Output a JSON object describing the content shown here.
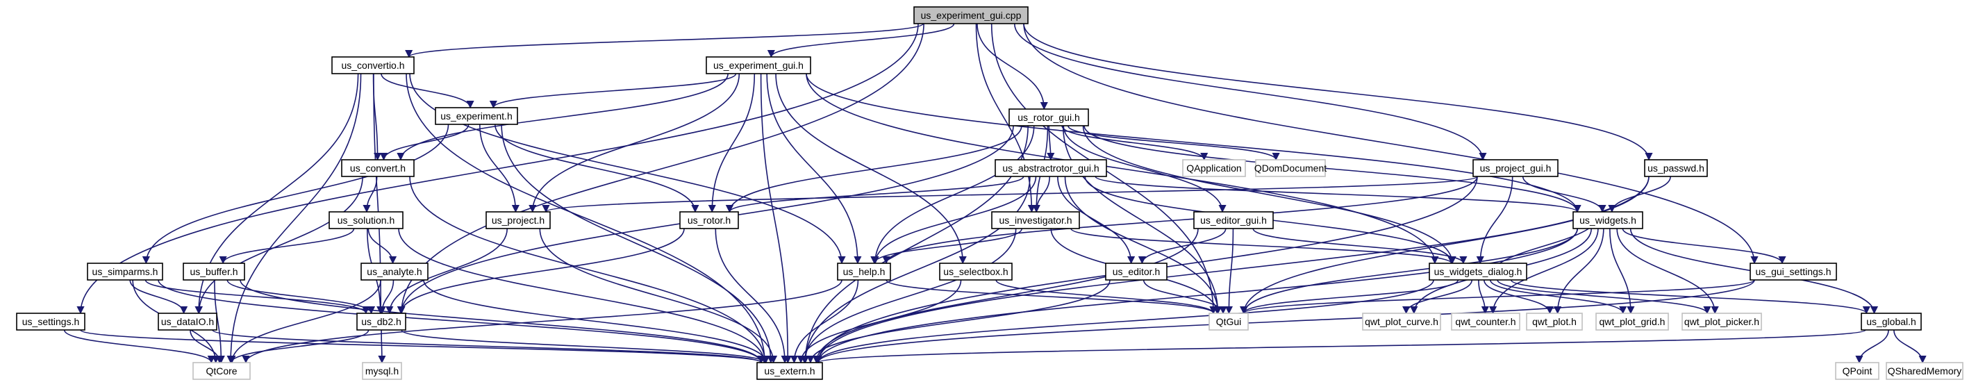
{
  "nodes": [
    {
      "id": "us_experiment_gui_cpp",
      "label": "us_experiment_gui.cpp",
      "kind": "root"
    },
    {
      "id": "us_convertio_h",
      "label": "us_convertio.h",
      "kind": "doc"
    },
    {
      "id": "us_experiment_gui_h",
      "label": "us_experiment_gui.h",
      "kind": "doc"
    },
    {
      "id": "us_experiment_h",
      "label": "us_experiment.h",
      "kind": "doc"
    },
    {
      "id": "us_rotor_gui_h",
      "label": "us_rotor_gui.h",
      "kind": "doc"
    },
    {
      "id": "us_convert_h",
      "label": "us_convert.h",
      "kind": "doc"
    },
    {
      "id": "us_abstractrotor_gui_h",
      "label": "us_abstractrotor_gui.h",
      "kind": "doc"
    },
    {
      "id": "qapplication",
      "label": "QApplication",
      "kind": "ext"
    },
    {
      "id": "qdomdocument",
      "label": "QDomDocument",
      "kind": "ext"
    },
    {
      "id": "us_project_gui_h",
      "label": "us_project_gui.h",
      "kind": "doc"
    },
    {
      "id": "us_passwd_h",
      "label": "us_passwd.h",
      "kind": "doc"
    },
    {
      "id": "us_solution_h",
      "label": "us_solution.h",
      "kind": "doc"
    },
    {
      "id": "us_project_h",
      "label": "us_project.h",
      "kind": "doc"
    },
    {
      "id": "us_rotor_h",
      "label": "us_rotor.h",
      "kind": "doc"
    },
    {
      "id": "us_investigator_h",
      "label": "us_investigator.h",
      "kind": "doc"
    },
    {
      "id": "us_editor_gui_h",
      "label": "us_editor_gui.h",
      "kind": "doc"
    },
    {
      "id": "us_widgets_h",
      "label": "us_widgets.h",
      "kind": "doc"
    },
    {
      "id": "us_simparms_h",
      "label": "us_simparms.h",
      "kind": "doc"
    },
    {
      "id": "us_buffer_h",
      "label": "us_buffer.h",
      "kind": "doc"
    },
    {
      "id": "us_analyte_h",
      "label": "us_analyte.h",
      "kind": "doc"
    },
    {
      "id": "us_help_h",
      "label": "us_help.h",
      "kind": "doc"
    },
    {
      "id": "us_selectbox_h",
      "label": "us_selectbox.h",
      "kind": "doc"
    },
    {
      "id": "us_editor_h",
      "label": "us_editor.h",
      "kind": "doc"
    },
    {
      "id": "us_widgets_dialog_h",
      "label": "us_widgets_dialog.h",
      "kind": "doc"
    },
    {
      "id": "us_gui_settings_h",
      "label": "us_gui_settings.h",
      "kind": "doc"
    },
    {
      "id": "us_datalo_h",
      "label": "us_dataIO.h",
      "kind": "doc"
    },
    {
      "id": "us_settings_h",
      "label": "us_settings.h",
      "kind": "doc"
    },
    {
      "id": "us_db2_h",
      "label": "us_db2.h",
      "kind": "doc"
    },
    {
      "id": "qtgui",
      "label": "QtGui",
      "kind": "ext"
    },
    {
      "id": "qwt_plot_curve_h",
      "label": "qwt_plot_curve.h",
      "kind": "ext"
    },
    {
      "id": "qwt_counter_h",
      "label": "qwt_counter.h",
      "kind": "ext"
    },
    {
      "id": "qwt_plot_h",
      "label": "qwt_plot.h",
      "kind": "ext"
    },
    {
      "id": "qwt_plot_grid_h",
      "label": "qwt_plot_grid.h",
      "kind": "ext"
    },
    {
      "id": "qwt_plot_picker_h",
      "label": "qwt_plot_picker.h",
      "kind": "ext"
    },
    {
      "id": "us_global_h",
      "label": "us_global.h",
      "kind": "doc"
    },
    {
      "id": "qtcore",
      "label": "QtCore",
      "kind": "ext"
    },
    {
      "id": "mysql_h",
      "label": "mysql.h",
      "kind": "ext"
    },
    {
      "id": "us_extern_h",
      "label": "us_extern.h",
      "kind": "doc"
    },
    {
      "id": "qpoint",
      "label": "QPoint",
      "kind": "ext"
    },
    {
      "id": "qsharedmemory",
      "label": "QSharedMemory",
      "kind": "ext"
    }
  ],
  "edges": [
    [
      "us_experiment_gui_cpp",
      "us_convertio_h"
    ],
    [
      "us_experiment_gui_cpp",
      "us_experiment_gui_h"
    ],
    [
      "us_experiment_gui_cpp",
      "us_rotor_gui_h"
    ],
    [
      "us_experiment_gui_cpp",
      "us_investigator_h"
    ],
    [
      "us_experiment_gui_cpp",
      "us_project_gui_h"
    ],
    [
      "us_experiment_gui_cpp",
      "us_passwd_h"
    ],
    [
      "us_experiment_gui_cpp",
      "us_settings_h"
    ],
    [
      "us_experiment_gui_cpp",
      "us_db2_h"
    ],
    [
      "us_experiment_gui_cpp",
      "qtgui"
    ],
    [
      "us_experiment_gui_cpp",
      "us_gui_settings_h"
    ],
    [
      "us_convertio_h",
      "us_experiment_h"
    ],
    [
      "us_convertio_h",
      "us_convert_h"
    ],
    [
      "us_convertio_h",
      "us_db2_h"
    ],
    [
      "us_convertio_h",
      "us_help_h"
    ],
    [
      "us_convertio_h",
      "qtcore"
    ],
    [
      "us_convertio_h",
      "us_extern_h"
    ],
    [
      "us_convertio_h",
      "us_datalo_h"
    ],
    [
      "us_experiment_gui_h",
      "us_experiment_h"
    ],
    [
      "us_experiment_gui_h",
      "us_convert_h"
    ],
    [
      "us_experiment_gui_h",
      "us_project_h"
    ],
    [
      "us_experiment_gui_h",
      "us_rotor_h"
    ],
    [
      "us_experiment_gui_h",
      "us_help_h"
    ],
    [
      "us_experiment_gui_h",
      "us_selectbox_h"
    ],
    [
      "us_experiment_gui_h",
      "us_widgets_h"
    ],
    [
      "us_experiment_gui_h",
      "us_widgets_dialog_h"
    ],
    [
      "us_experiment_gui_h",
      "us_extern_h"
    ],
    [
      "us_experiment_h",
      "us_convert_h"
    ],
    [
      "us_experiment_h",
      "us_project_h"
    ],
    [
      "us_experiment_h",
      "us_rotor_h"
    ],
    [
      "us_experiment_h",
      "us_simparms_h"
    ],
    [
      "us_experiment_h",
      "us_extern_h"
    ],
    [
      "us_convert_h",
      "us_solution_h"
    ],
    [
      "us_convert_h",
      "us_datalo_h"
    ],
    [
      "us_convert_h",
      "us_extern_h"
    ],
    [
      "us_rotor_gui_h",
      "us_abstractrotor_gui_h"
    ],
    [
      "us_rotor_gui_h",
      "qapplication"
    ],
    [
      "us_rotor_gui_h",
      "qdomdocument"
    ],
    [
      "us_rotor_gui_h",
      "us_rotor_h"
    ],
    [
      "us_rotor_gui_h",
      "us_investigator_h"
    ],
    [
      "us_rotor_gui_h",
      "us_editor_gui_h"
    ],
    [
      "us_rotor_gui_h",
      "us_widgets_h"
    ],
    [
      "us_rotor_gui_h",
      "us_help_h"
    ],
    [
      "us_rotor_gui_h",
      "us_widgets_dialog_h"
    ],
    [
      "us_rotor_gui_h",
      "qtgui"
    ],
    [
      "us_rotor_gui_h",
      "us_db2_h"
    ],
    [
      "us_rotor_gui_h",
      "us_extern_h"
    ],
    [
      "us_abstractrotor_gui_h",
      "us_rotor_h"
    ],
    [
      "us_abstractrotor_gui_h",
      "us_investigator_h"
    ],
    [
      "us_abstractrotor_gui_h",
      "us_help_h"
    ],
    [
      "us_abstractrotor_gui_h",
      "us_editor_h"
    ],
    [
      "us_abstractrotor_gui_h",
      "us_widgets_h"
    ],
    [
      "us_abstractrotor_gui_h",
      "us_widgets_dialog_h"
    ],
    [
      "us_abstractrotor_gui_h",
      "qtgui"
    ],
    [
      "us_abstractrotor_gui_h",
      "us_extern_h"
    ],
    [
      "us_project_gui_h",
      "us_project_h"
    ],
    [
      "us_project_gui_h",
      "us_help_h"
    ],
    [
      "us_project_gui_h",
      "us_widgets_h"
    ],
    [
      "us_project_gui_h",
      "us_widgets_dialog_h"
    ],
    [
      "us_project_gui_h",
      "us_extern_h"
    ],
    [
      "us_passwd_h",
      "us_widgets_h"
    ],
    [
      "us_passwd_h",
      "qtgui"
    ],
    [
      "us_passwd_h",
      "us_extern_h"
    ],
    [
      "us_solution_h",
      "us_buffer_h"
    ],
    [
      "us_solution_h",
      "us_analyte_h"
    ],
    [
      "us_solution_h",
      "us_db2_h"
    ],
    [
      "us_solution_h",
      "us_extern_h"
    ],
    [
      "us_project_h",
      "us_db2_h"
    ],
    [
      "us_project_h",
      "us_extern_h"
    ],
    [
      "us_rotor_h",
      "us_db2_h"
    ],
    [
      "us_rotor_h",
      "us_extern_h"
    ],
    [
      "us_investigator_h",
      "us_help_h"
    ],
    [
      "us_investigator_h",
      "us_widgets_dialog_h"
    ],
    [
      "us_investigator_h",
      "qtgui"
    ],
    [
      "us_investigator_h",
      "us_extern_h"
    ],
    [
      "us_editor_gui_h",
      "us_editor_h"
    ],
    [
      "us_editor_gui_h",
      "us_widgets_dialog_h"
    ],
    [
      "us_editor_gui_h",
      "qtgui"
    ],
    [
      "us_editor_gui_h",
      "us_extern_h"
    ],
    [
      "us_widgets_h",
      "us_gui_settings_h"
    ],
    [
      "us_widgets_h",
      "us_global_h"
    ],
    [
      "us_widgets_h",
      "qtgui"
    ],
    [
      "us_widgets_h",
      "qwt_plot_curve_h"
    ],
    [
      "us_widgets_h",
      "qwt_counter_h"
    ],
    [
      "us_widgets_h",
      "qwt_plot_h"
    ],
    [
      "us_widgets_h",
      "qwt_plot_grid_h"
    ],
    [
      "us_widgets_h",
      "qwt_plot_picker_h"
    ],
    [
      "us_widgets_h",
      "us_extern_h"
    ],
    [
      "us_simparms_h",
      "us_datalo_h"
    ],
    [
      "us_simparms_h",
      "us_db2_h"
    ],
    [
      "us_simparms_h",
      "qtcore"
    ],
    [
      "us_simparms_h",
      "us_extern_h"
    ],
    [
      "us_buffer_h",
      "us_db2_h"
    ],
    [
      "us_buffer_h",
      "qtcore"
    ],
    [
      "us_buffer_h",
      "us_extern_h"
    ],
    [
      "us_analyte_h",
      "us_db2_h"
    ],
    [
      "us_analyte_h",
      "qtcore"
    ],
    [
      "us_analyte_h",
      "us_extern_h"
    ],
    [
      "us_help_h",
      "qtgui"
    ],
    [
      "us_help_h",
      "qtcore"
    ],
    [
      "us_help_h",
      "us_extern_h"
    ],
    [
      "us_selectbox_h",
      "qtgui"
    ],
    [
      "us_selectbox_h",
      "us_extern_h"
    ],
    [
      "us_editor_h",
      "qtgui"
    ],
    [
      "us_editor_h",
      "us_extern_h"
    ],
    [
      "us_widgets_dialog_h",
      "us_widgets_h"
    ],
    [
      "us_widgets_dialog_h",
      "qtgui"
    ],
    [
      "us_widgets_dialog_h",
      "qwt_plot_curve_h"
    ],
    [
      "us_widgets_dialog_h",
      "qwt_counter_h"
    ],
    [
      "us_widgets_dialog_h",
      "qwt_plot_h"
    ],
    [
      "us_widgets_dialog_h",
      "qwt_plot_grid_h"
    ],
    [
      "us_widgets_dialog_h",
      "qwt_plot_picker_h"
    ],
    [
      "us_widgets_dialog_h",
      "us_global_h"
    ],
    [
      "us_widgets_dialog_h",
      "us_extern_h"
    ],
    [
      "us_gui_settings_h",
      "qtgui"
    ],
    [
      "us_gui_settings_h",
      "us_extern_h"
    ],
    [
      "us_datalo_h",
      "qtcore"
    ],
    [
      "us_datalo_h",
      "us_extern_h"
    ],
    [
      "us_settings_h",
      "qtcore"
    ],
    [
      "us_settings_h",
      "us_extern_h"
    ],
    [
      "us_db2_h",
      "qtcore"
    ],
    [
      "us_db2_h",
      "mysql_h"
    ],
    [
      "us_db2_h",
      "us_extern_h"
    ],
    [
      "us_global_h",
      "qpoint"
    ],
    [
      "us_global_h",
      "qsharedmemory"
    ],
    [
      "us_global_h",
      "us_extern_h"
    ]
  ]
}
